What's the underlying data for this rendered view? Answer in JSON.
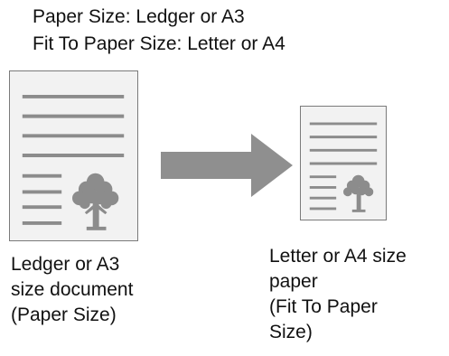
{
  "header": {
    "line1": "Paper Size: Ledger or A3",
    "line2": "Fit To Paper Size: Letter or A4"
  },
  "left_caption": {
    "lines": [
      "Ledger or A3",
      "size document",
      "(Paper Size)"
    ]
  },
  "right_caption": {
    "lines": [
      "Letter or A4 size",
      "paper",
      "(Fit To Paper",
      "Size)"
    ]
  },
  "icons": {
    "source_document": "ledger-document-icon",
    "output_document": "letter-document-icon",
    "arrow": "right-arrow-icon",
    "tree": "tree-icon"
  },
  "colors": {
    "page_fill": "#f2f2f2",
    "page_border": "#7a7a7a",
    "text_lines": "#8c8c8c",
    "arrow": "#8f8f8f"
  }
}
